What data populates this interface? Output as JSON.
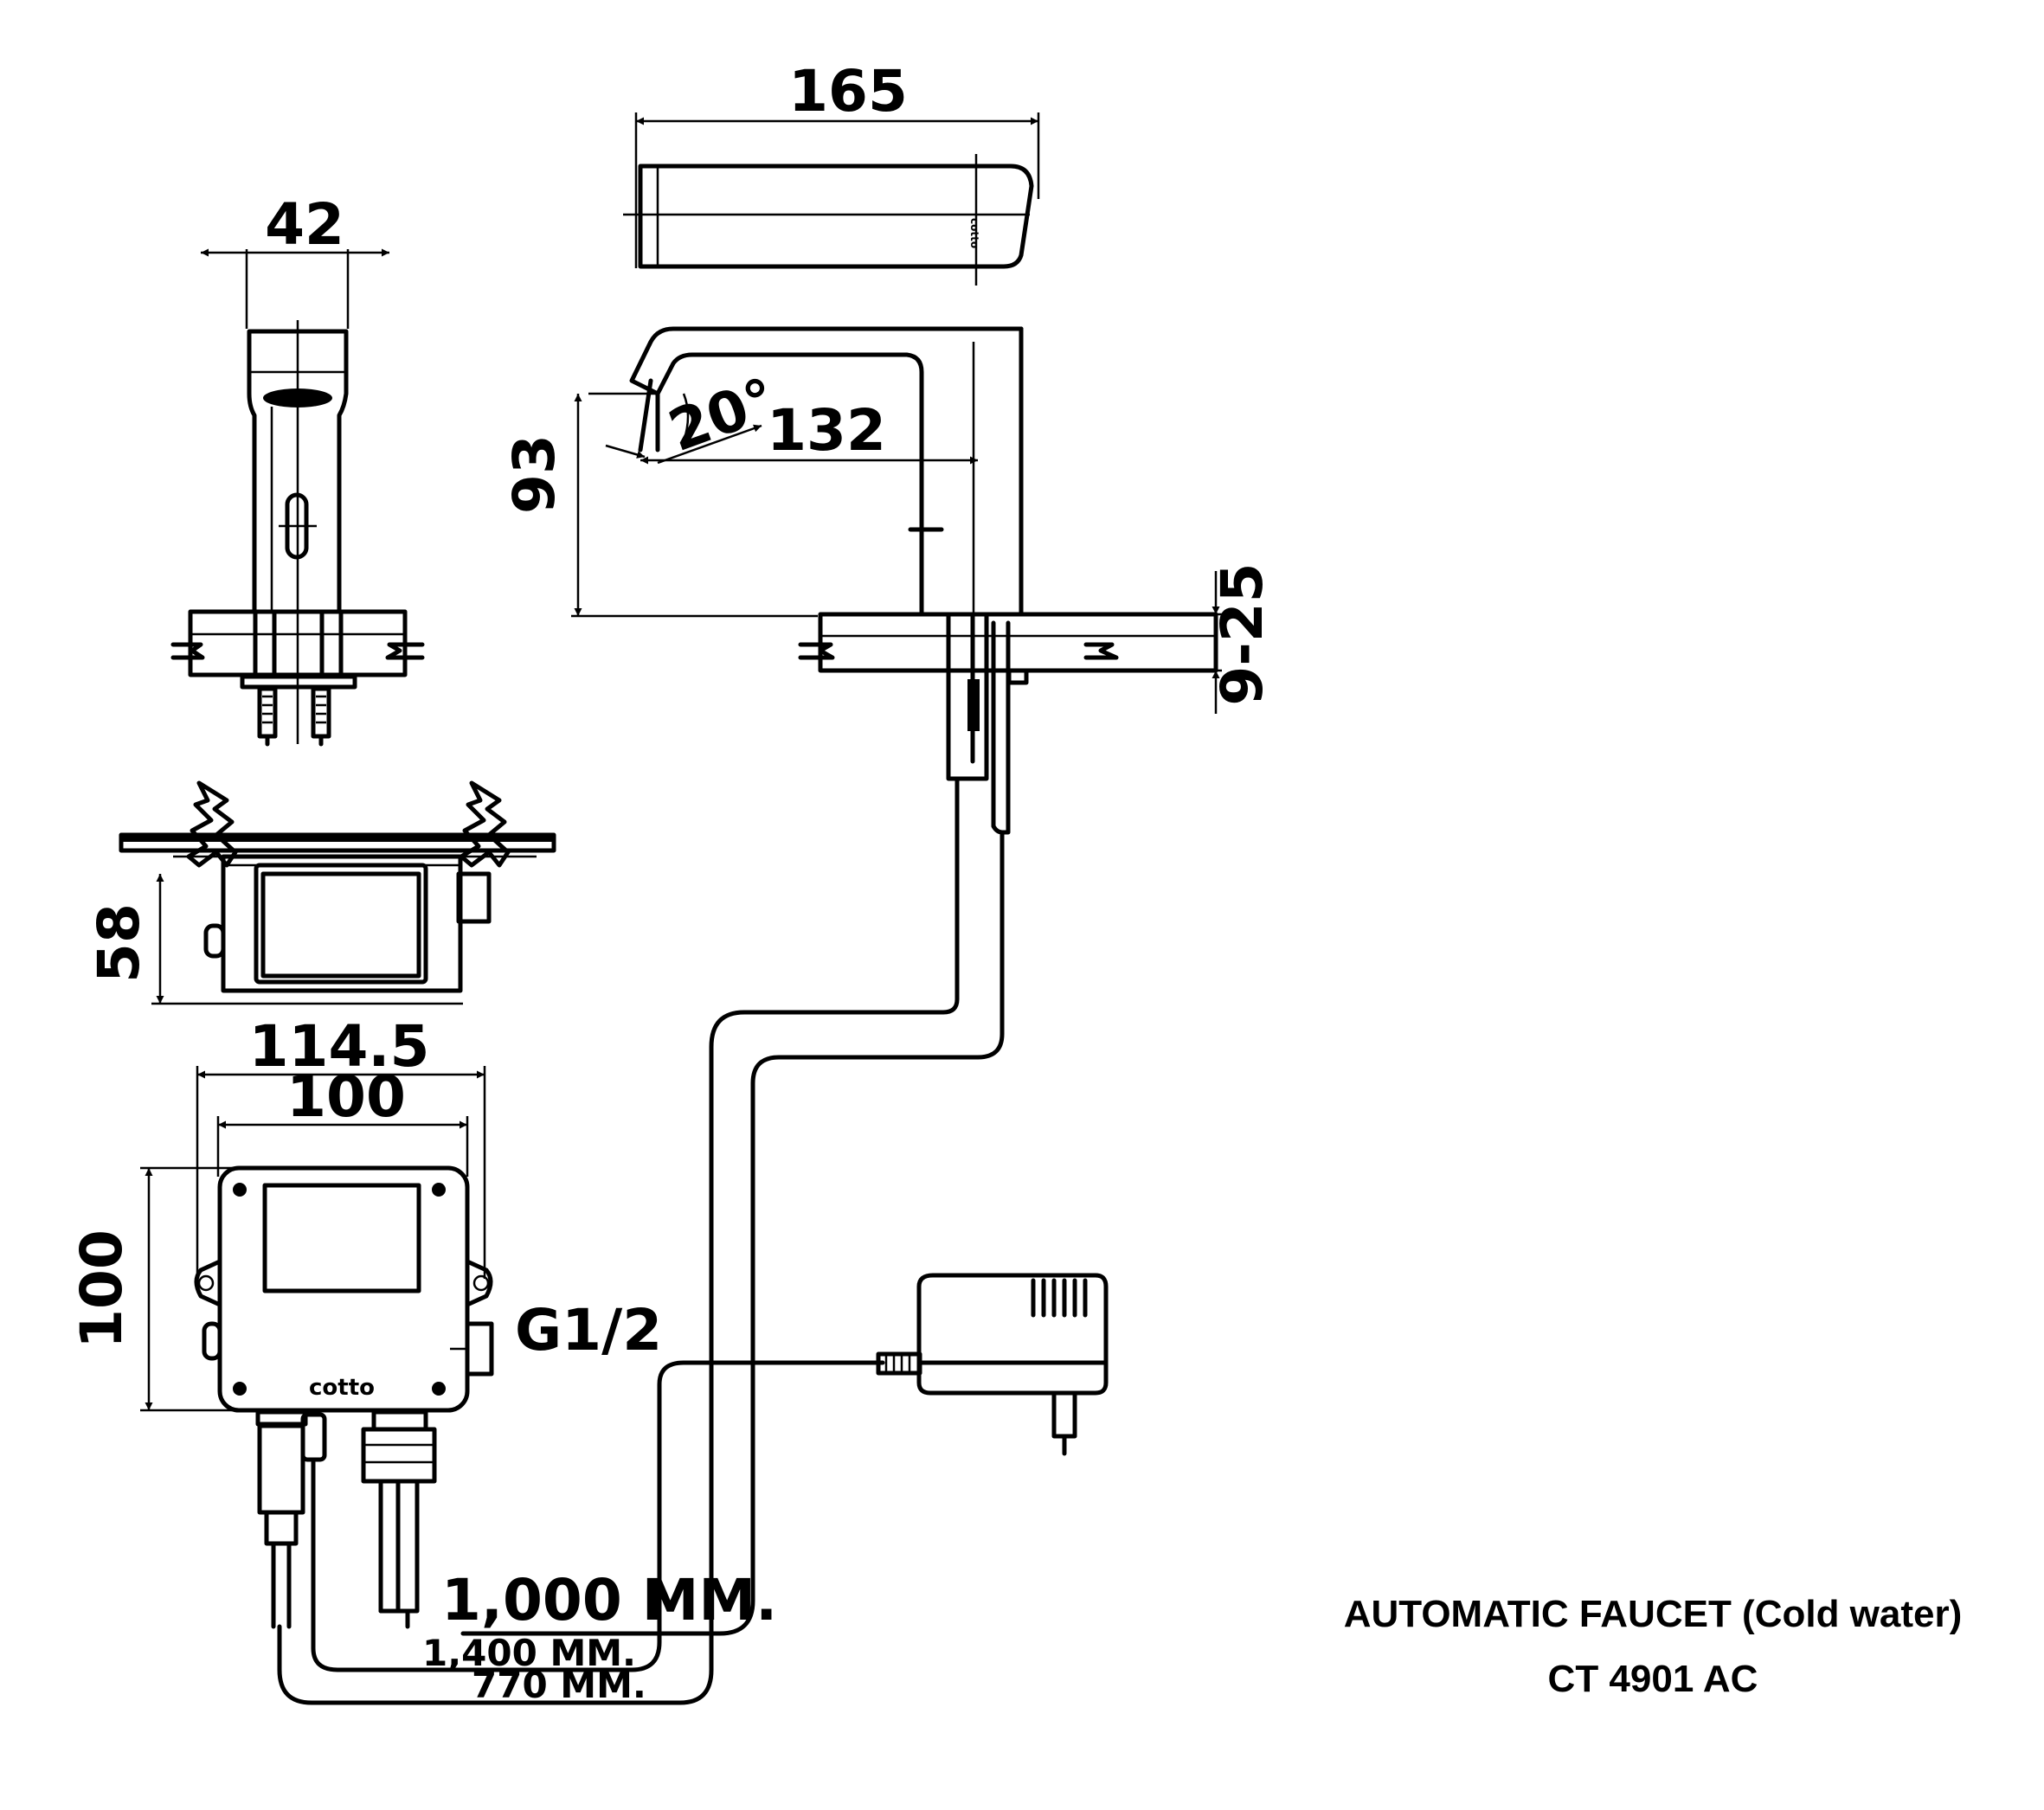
{
  "dimensions": {
    "spout_length": "165",
    "body_width": "42",
    "angle": "20°",
    "reach": "132",
    "height": "93",
    "counter_thickness": "9-25",
    "box_depth": "58",
    "box_outer_width": "114.5",
    "box_inner_width": "100",
    "box_height": "100",
    "inlet_thread": "G1/2",
    "cable_1000": "1,000 MM.",
    "cable_1400": "1,400 MM.",
    "cable_770": "770 MM."
  },
  "brand_mark": "cotto",
  "title": {
    "line1": "AUTOMATIC FAUCET (Cold water)",
    "line2": "CT 4901 AC"
  }
}
